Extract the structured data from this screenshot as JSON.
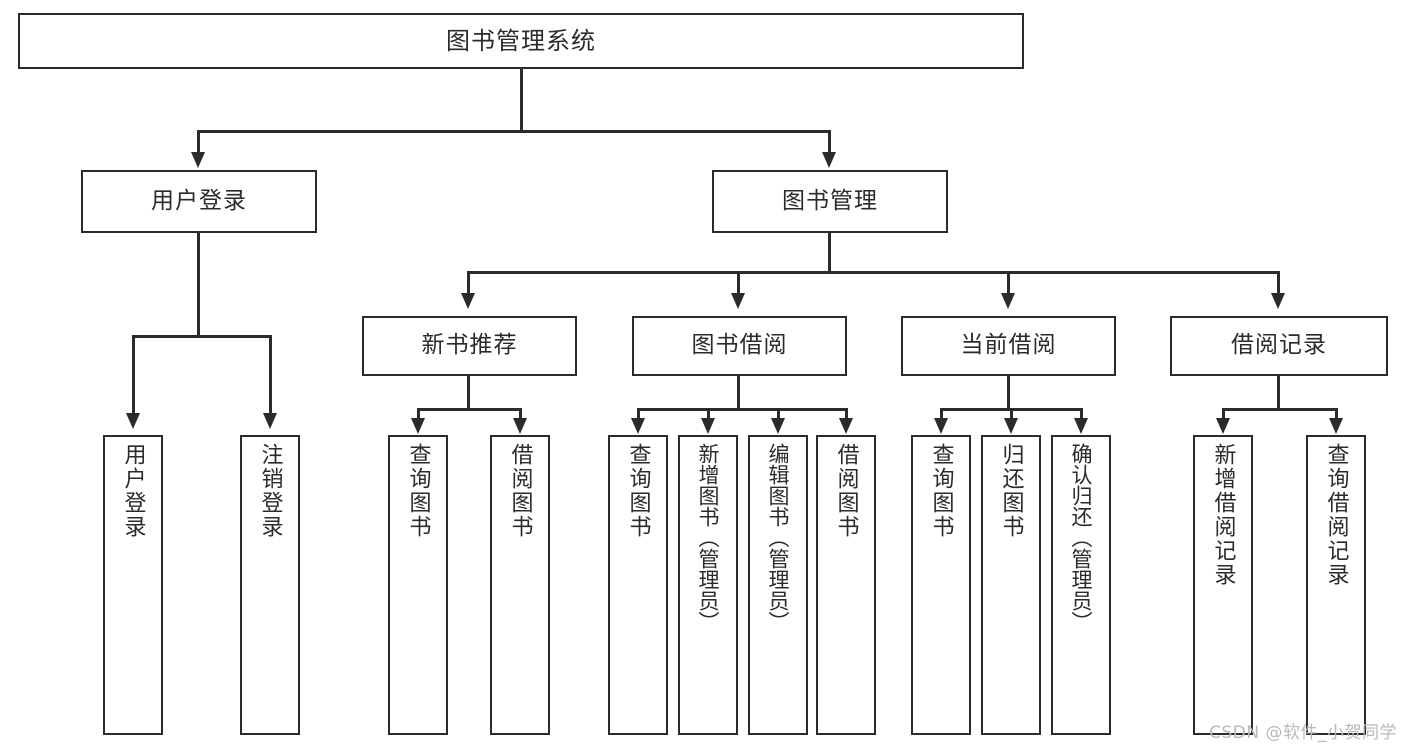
{
  "diagram": {
    "type": "tree-hierarchy",
    "title": "图书管理系统",
    "root": {
      "label": "图书管理系统"
    },
    "level2": [
      {
        "label": "用户登录"
      },
      {
        "label": "图书管理"
      }
    ],
    "level3": [
      {
        "label": "新书推荐"
      },
      {
        "label": "图书借阅"
      },
      {
        "label": "当前借阅"
      },
      {
        "label": "借阅记录"
      }
    ],
    "leaves": {
      "user_login": [
        {
          "label": "用户登录"
        },
        {
          "label": "注销登录"
        }
      ],
      "new_book_recommend": [
        {
          "label": "查询图书"
        },
        {
          "label": "借阅图书"
        }
      ],
      "book_borrow": [
        {
          "label": "查询图书"
        },
        {
          "label": "新增图书（管理员）"
        },
        {
          "label": "编辑图书（管理员）"
        },
        {
          "label": "借阅图书"
        }
      ],
      "current_borrow": [
        {
          "label": "查询图书"
        },
        {
          "label": "归还图书"
        },
        {
          "label": "确认归还（管理员）"
        }
      ],
      "borrow_record": [
        {
          "label": "新增借阅记录"
        },
        {
          "label": "查询借阅记录"
        }
      ]
    }
  },
  "watermark": {
    "text": "CSDN @软件_小贺同学"
  },
  "colors": {
    "line": "#2b2b2b",
    "box_fill": "#ffffff",
    "text": "#2b2b2b",
    "watermark": "#b9b9b9",
    "background": "#ffffff"
  }
}
